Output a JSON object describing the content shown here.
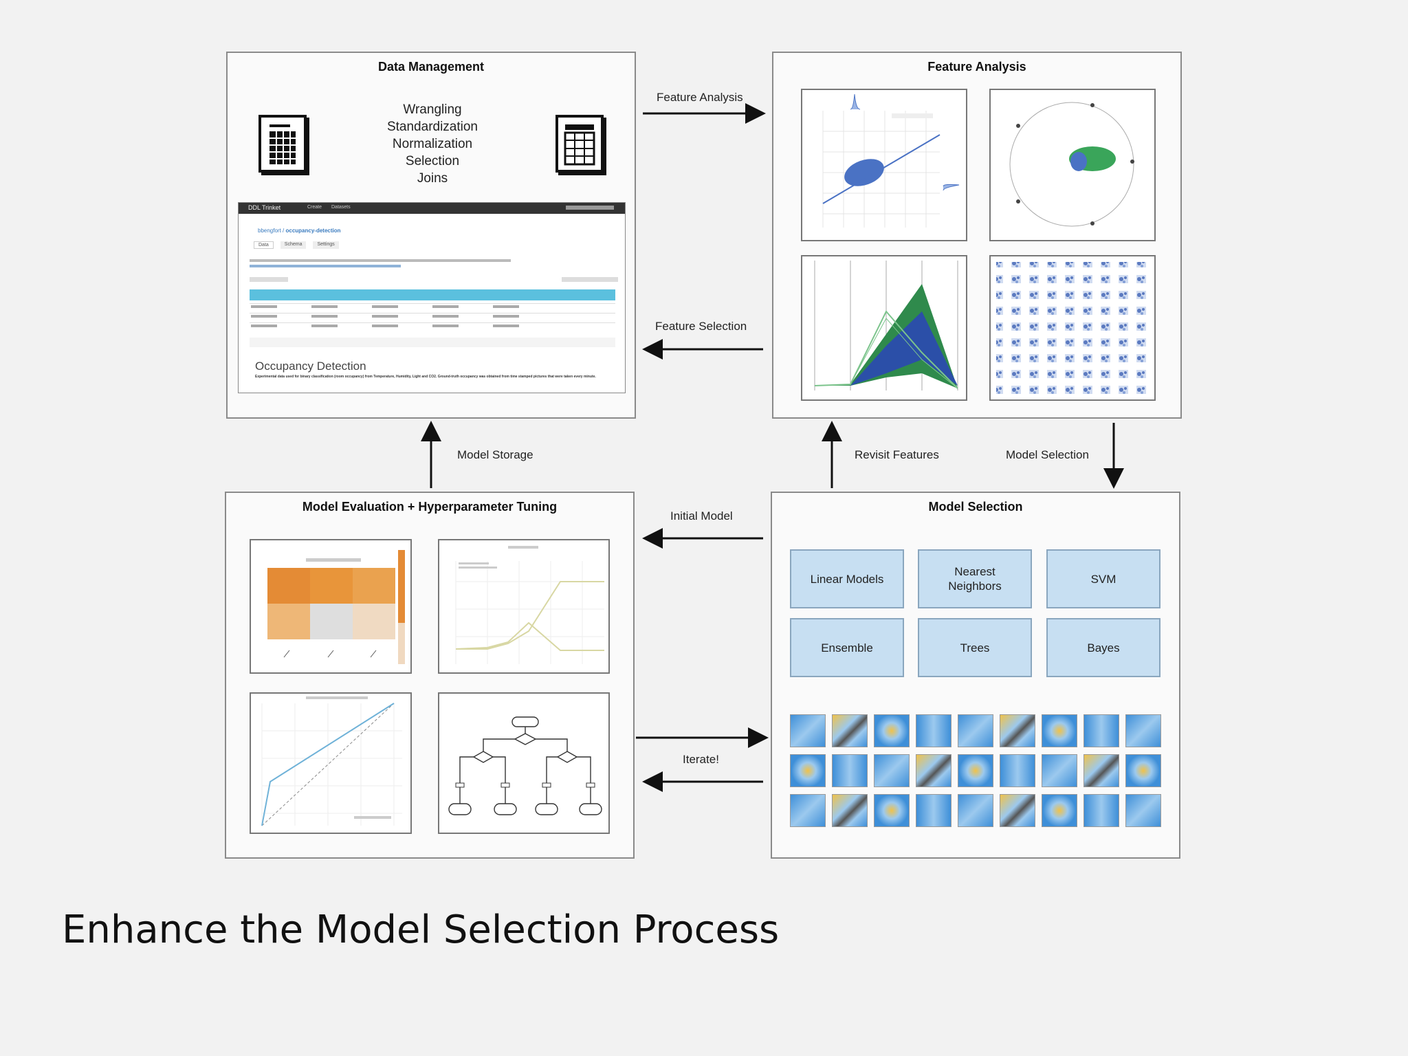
{
  "caption": "Enhance the Model Selection Process",
  "panels": {
    "data_management": {
      "title": "Data Management",
      "steps": [
        "Wrangling",
        "Standardization",
        "Normalization",
        "Selection",
        "Joins"
      ],
      "screenshot": {
        "app": "DDL Trinket",
        "nav": [
          "Create",
          "Datasets"
        ],
        "crumb_user": "bbengfort",
        "crumb_repo": "occupancy-detection",
        "tabs": [
          "Data",
          "Schema",
          "Settings"
        ],
        "heading": "Occupancy Detection",
        "description": "Experimental data used for binary classification (room occupancy) from Temperature, Humidity, Light and CO2. Ground-truth occupancy was obtained from time stamped pictures that were taken every minute."
      }
    },
    "feature_analysis": {
      "title": "Feature Analysis"
    },
    "model_evaluation": {
      "title": "Model Evaluation + Hyperparameter Tuning"
    },
    "model_selection": {
      "title": "Model Selection",
      "models": [
        "Linear Models",
        "Nearest\nNeighbors",
        "SVM",
        "Ensemble",
        "Trees",
        "Bayes"
      ]
    }
  },
  "arrows": {
    "feature_analysis": "Feature Analysis",
    "feature_selection": "Feature Selection",
    "model_storage": "Model Storage",
    "revisit_features": "Revisit Features",
    "model_selection": "Model Selection",
    "initial_model": "Initial Model",
    "iterate": "Iterate!"
  },
  "colors": {
    "background": "#f2f2f2",
    "panel": "#fafafa",
    "model_box": "#c7dff2",
    "heatmap_high": "#e8953a",
    "scatter_blue": "#4a72c4",
    "radviz_green": "#3aa55a",
    "header_bar": "#333333",
    "table_header": "#5bc0de"
  }
}
